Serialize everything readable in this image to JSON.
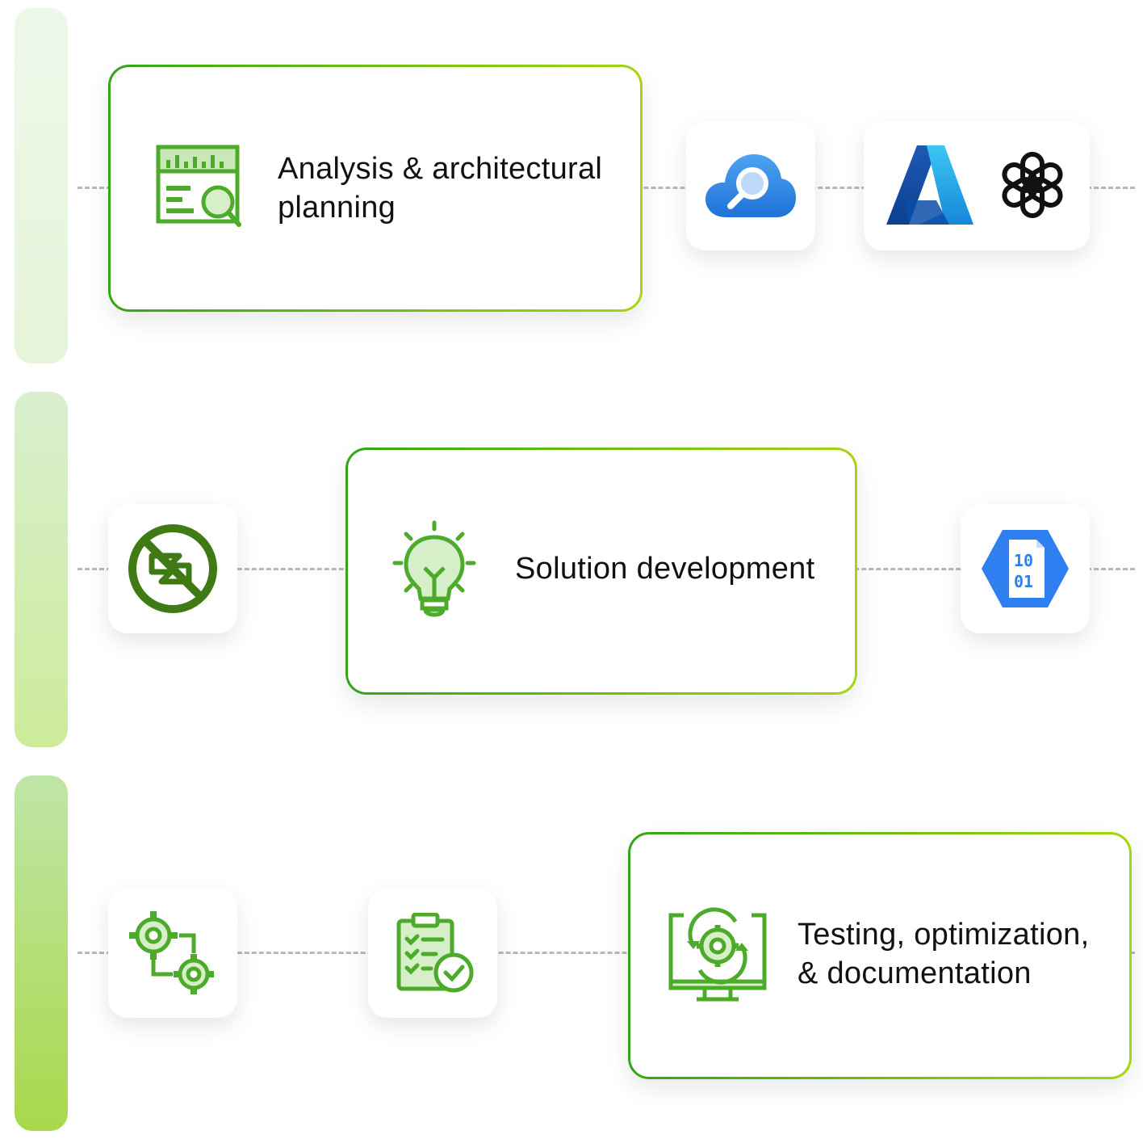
{
  "stages": [
    {
      "title": "Analysis & architectural\nplanning",
      "icon": "analysis-search-icon",
      "tools": [
        "azure-cognitive-search-icon",
        "azure-icon",
        "openai-icon"
      ]
    },
    {
      "title": "Solution development",
      "icon": "lightbulb-icon",
      "tools": [
        "web-services-icon",
        "binary-data-icon"
      ]
    },
    {
      "title": "Testing, optimization,\n& documentation",
      "icon": "monitor-gear-icon",
      "tools": [
        "gears-workflow-icon",
        "checklist-icon"
      ]
    }
  ],
  "colors": {
    "accent_start": "#34a517",
    "accent_end": "#a6d60e",
    "dash": "#b8b8b8"
  }
}
